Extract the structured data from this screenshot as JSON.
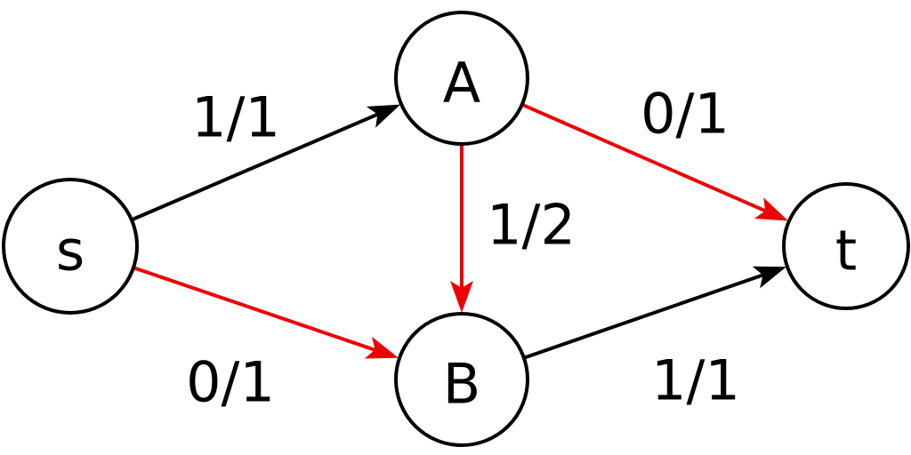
{
  "diagram": {
    "type": "flow-network",
    "colors": {
      "node_stroke": "#000000",
      "edge_normal": "#000000",
      "edge_highlight": "#ee0000"
    },
    "nodes": [
      {
        "id": "s",
        "label": "s"
      },
      {
        "id": "A",
        "label": "A"
      },
      {
        "id": "B",
        "label": "B"
      },
      {
        "id": "t",
        "label": "t"
      }
    ],
    "edges": [
      {
        "from": "s",
        "to": "A",
        "flow": 1,
        "capacity": 1,
        "label": "1/1",
        "highlight": false
      },
      {
        "from": "s",
        "to": "B",
        "flow": 0,
        "capacity": 1,
        "label": "0/1",
        "highlight": true
      },
      {
        "from": "A",
        "to": "B",
        "flow": 1,
        "capacity": 2,
        "label": "1/2",
        "highlight": true
      },
      {
        "from": "A",
        "to": "t",
        "flow": 0,
        "capacity": 1,
        "label": "0/1",
        "highlight": true
      },
      {
        "from": "B",
        "to": "t",
        "flow": 1,
        "capacity": 1,
        "label": "1/1",
        "highlight": false
      }
    ]
  }
}
